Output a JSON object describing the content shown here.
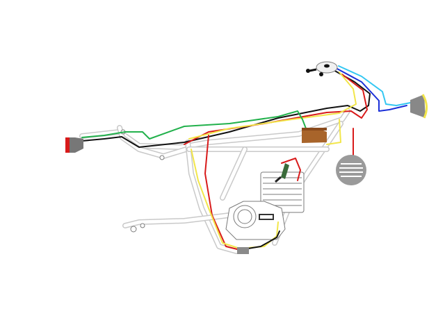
{
  "diagram": {
    "wire_colors": {
      "black": "#111111",
      "red": "#d81a1a",
      "yellow": "#f2e64a",
      "green": "#22b14c",
      "blue": "#1a2fd8",
      "cyan": "#33c7f2",
      "brown": "#8a4a1c"
    },
    "frame_color": "#c9c9c9",
    "components": [
      {
        "name": "tail-light",
        "color": "#d81a1a"
      },
      {
        "name": "ignition-switch"
      },
      {
        "name": "headlight",
        "color": "#f2e64a"
      },
      {
        "name": "horn"
      },
      {
        "name": "regulator",
        "color": "#a8642a"
      },
      {
        "name": "ignition-coil",
        "color": "#3a6b3a"
      },
      {
        "name": "engine"
      },
      {
        "name": "connector-block",
        "color": "#8a8a8a"
      }
    ],
    "label": ""
  }
}
